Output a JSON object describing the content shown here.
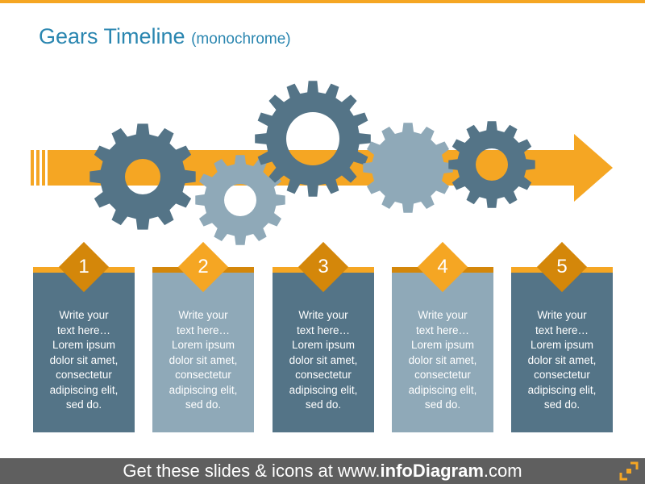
{
  "title": {
    "main": "Gears Timeline",
    "sub": "(monochrome)"
  },
  "colors": {
    "accent": "#f5a623",
    "accent_dark": "#d4870a",
    "gear_dark": "#547487",
    "gear_light": "#8fa9b8",
    "title": "#2a86b0",
    "footer_bg": "#5f5f5f"
  },
  "timeline": {
    "arrow": "right-arrow-icon",
    "gears": [
      "gear-icon",
      "gear-icon",
      "gear-icon",
      "gear-icon",
      "gear-icon"
    ]
  },
  "steps": [
    {
      "number": "1",
      "lines": [
        "Write your",
        "text here…",
        "Lorem ipsum",
        "dolor sit amet,",
        "consectetur",
        "adipiscing elit,",
        "sed do."
      ]
    },
    {
      "number": "2",
      "lines": [
        "Write your",
        "text here…",
        "Lorem ipsum",
        "dolor sit amet,",
        "consectetur",
        "adipiscing elit,",
        "sed do."
      ]
    },
    {
      "number": "3",
      "lines": [
        "Write your",
        "text here…",
        "Lorem ipsum",
        "dolor sit amet,",
        "consectetur",
        "adipiscing elit,",
        "sed do."
      ]
    },
    {
      "number": "4",
      "lines": [
        "Write your",
        "text here…",
        "Lorem ipsum",
        "dolor sit amet,",
        "consectetur",
        "adipiscing elit,",
        "sed do."
      ]
    },
    {
      "number": "5",
      "lines": [
        "Write your",
        "text here…",
        "Lorem ipsum",
        "dolor sit amet,",
        "consectetur",
        "adipiscing elit,",
        "sed do."
      ]
    }
  ],
  "footer": {
    "prefix": "Get these slides & icons at www.",
    "brand": "infoDiagram",
    "suffix": ".com",
    "logo": "infodiagram-logo-icon"
  }
}
